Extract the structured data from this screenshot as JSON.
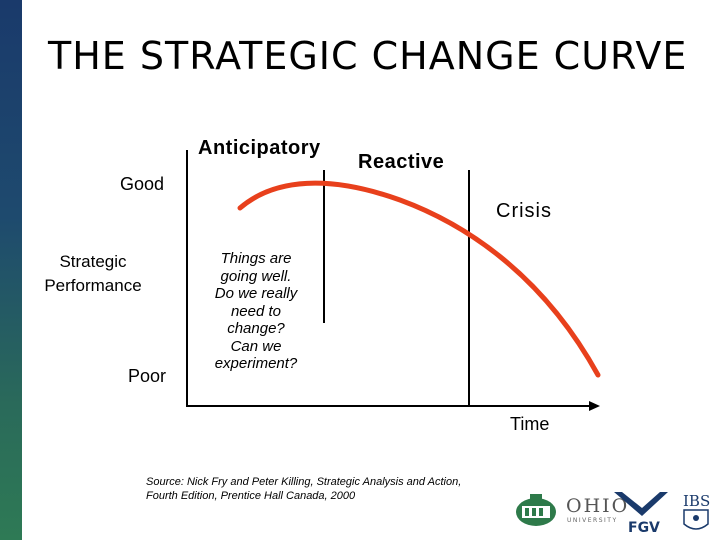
{
  "slide": {
    "title": "THE STRATEGIC CHANGE CURVE"
  },
  "diagram": {
    "phases": [
      "Anticipatory",
      "Reactive",
      "Crisis"
    ],
    "y_axis": {
      "top_label": "Good",
      "bottom_label": "Poor",
      "title_line1": "Strategic",
      "title_line2": "Performance"
    },
    "x_axis": {
      "label": "Time"
    },
    "annotation": {
      "lines": [
        "Things are",
        "going well.",
        "Do we really",
        "need to",
        "change?",
        "Can we",
        "experiment?"
      ]
    },
    "colors": {
      "curve": "#e8401c",
      "axis": "#000000"
    }
  },
  "source": {
    "line1": "Source:  Nick Fry and Peter Killing, Strategic Analysis and Action,",
    "line2": "Fourth Edition, Prentice Hall Canada, 2000"
  },
  "logos": {
    "ohio": "OHIO",
    "ohio_sub": "UNIVERSITY",
    "fgv": "FGV",
    "ibs": "IBS"
  }
}
